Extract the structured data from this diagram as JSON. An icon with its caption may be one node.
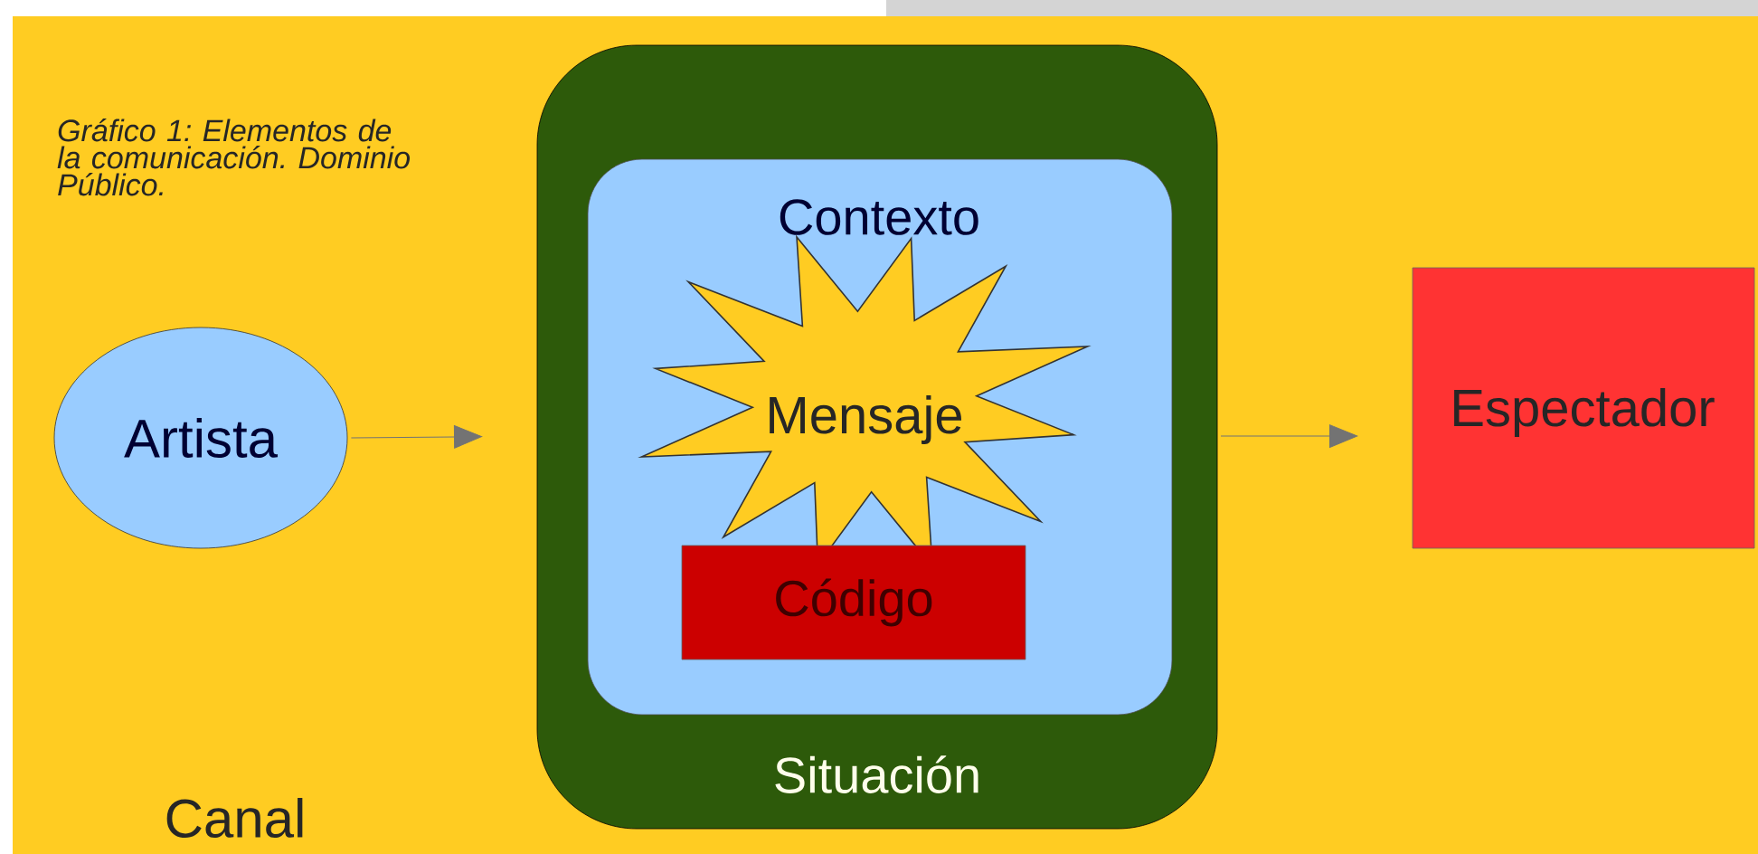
{
  "diagram": {
    "caption": "Gráfico 1: Elementos de la comunicación. Dominio Público.",
    "nodes": [
      {
        "text": [
          "Canal"
        ]
      },
      {
        "text": [
          "Artista"
        ],
        "in": 0
      },
      {
        "text": [
          "Situación"
        ],
        "in": 0
      },
      {
        "text": [
          "Contexto"
        ],
        "in": 2
      },
      {
        "text": [
          "Mensaje"
        ],
        "in": 3
      },
      {
        "text": [
          "Código"
        ],
        "in": 3
      },
      {
        "text": [
          "Espectador"
        ],
        "in": 0
      }
    ],
    "edges": [
      {
        "from": 1,
        "to": 2,
        "arrow": "to"
      },
      {
        "from": 2,
        "to": 6,
        "arrow": "to"
      }
    ]
  }
}
